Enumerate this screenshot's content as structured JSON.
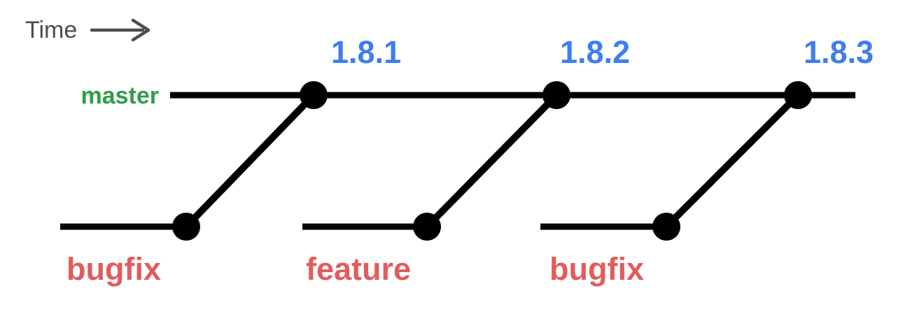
{
  "colors": {
    "background": "#ffffff",
    "line": "#000000",
    "time_gray": "#4c4c4c",
    "master_green": "#2E9E4C",
    "version_blue": "#3E7DF0",
    "branch_red": "#E05D5D"
  },
  "diagram": {
    "time_label": "Time",
    "master_label": "master",
    "versions": [
      "1.8.1",
      "1.8.2",
      "1.8.3"
    ],
    "branches": [
      {
        "label": "bugfix"
      },
      {
        "label": "feature"
      },
      {
        "label": "bugfix"
      }
    ]
  }
}
